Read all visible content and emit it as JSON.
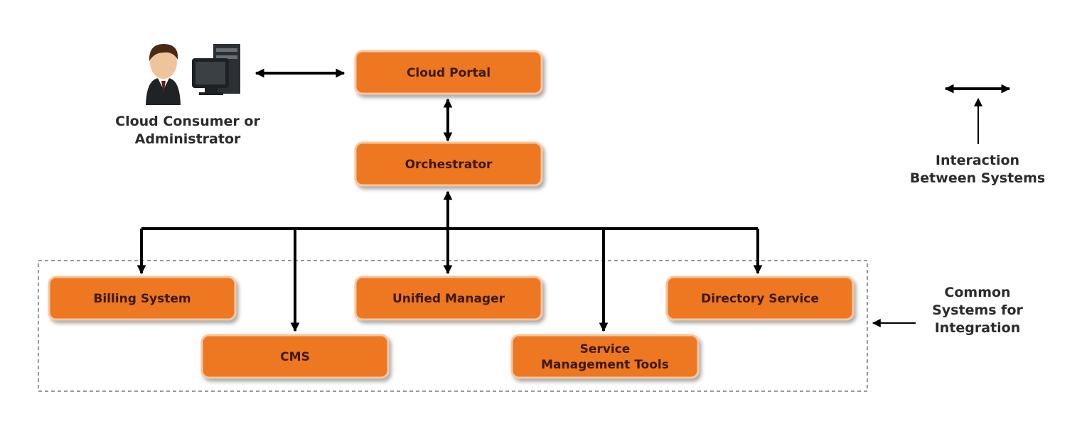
{
  "colors": {
    "box_fill": "#ee7722",
    "box_border": "#f6c7a0",
    "label": "#3a1a08",
    "line": "#000000"
  },
  "nodes": {
    "cloud_portal": "Cloud Portal",
    "orchestrator": "Orchestrator",
    "billing_system": "Billing System",
    "unified_manager": "Unified Manager",
    "directory_service": "Directory Service",
    "cms": "CMS",
    "service_mgmt_line1": "Service",
    "service_mgmt_line2": "Management Tools"
  },
  "actor": {
    "line1": "Cloud Consumer or",
    "line2": "Administrator",
    "icons": [
      "person-icon",
      "computer-icon"
    ]
  },
  "legend": {
    "line1": "Interaction",
    "line2": "Between Systems"
  },
  "group": {
    "line1": "Common",
    "line2": "Systems for",
    "line3": "Integration"
  }
}
